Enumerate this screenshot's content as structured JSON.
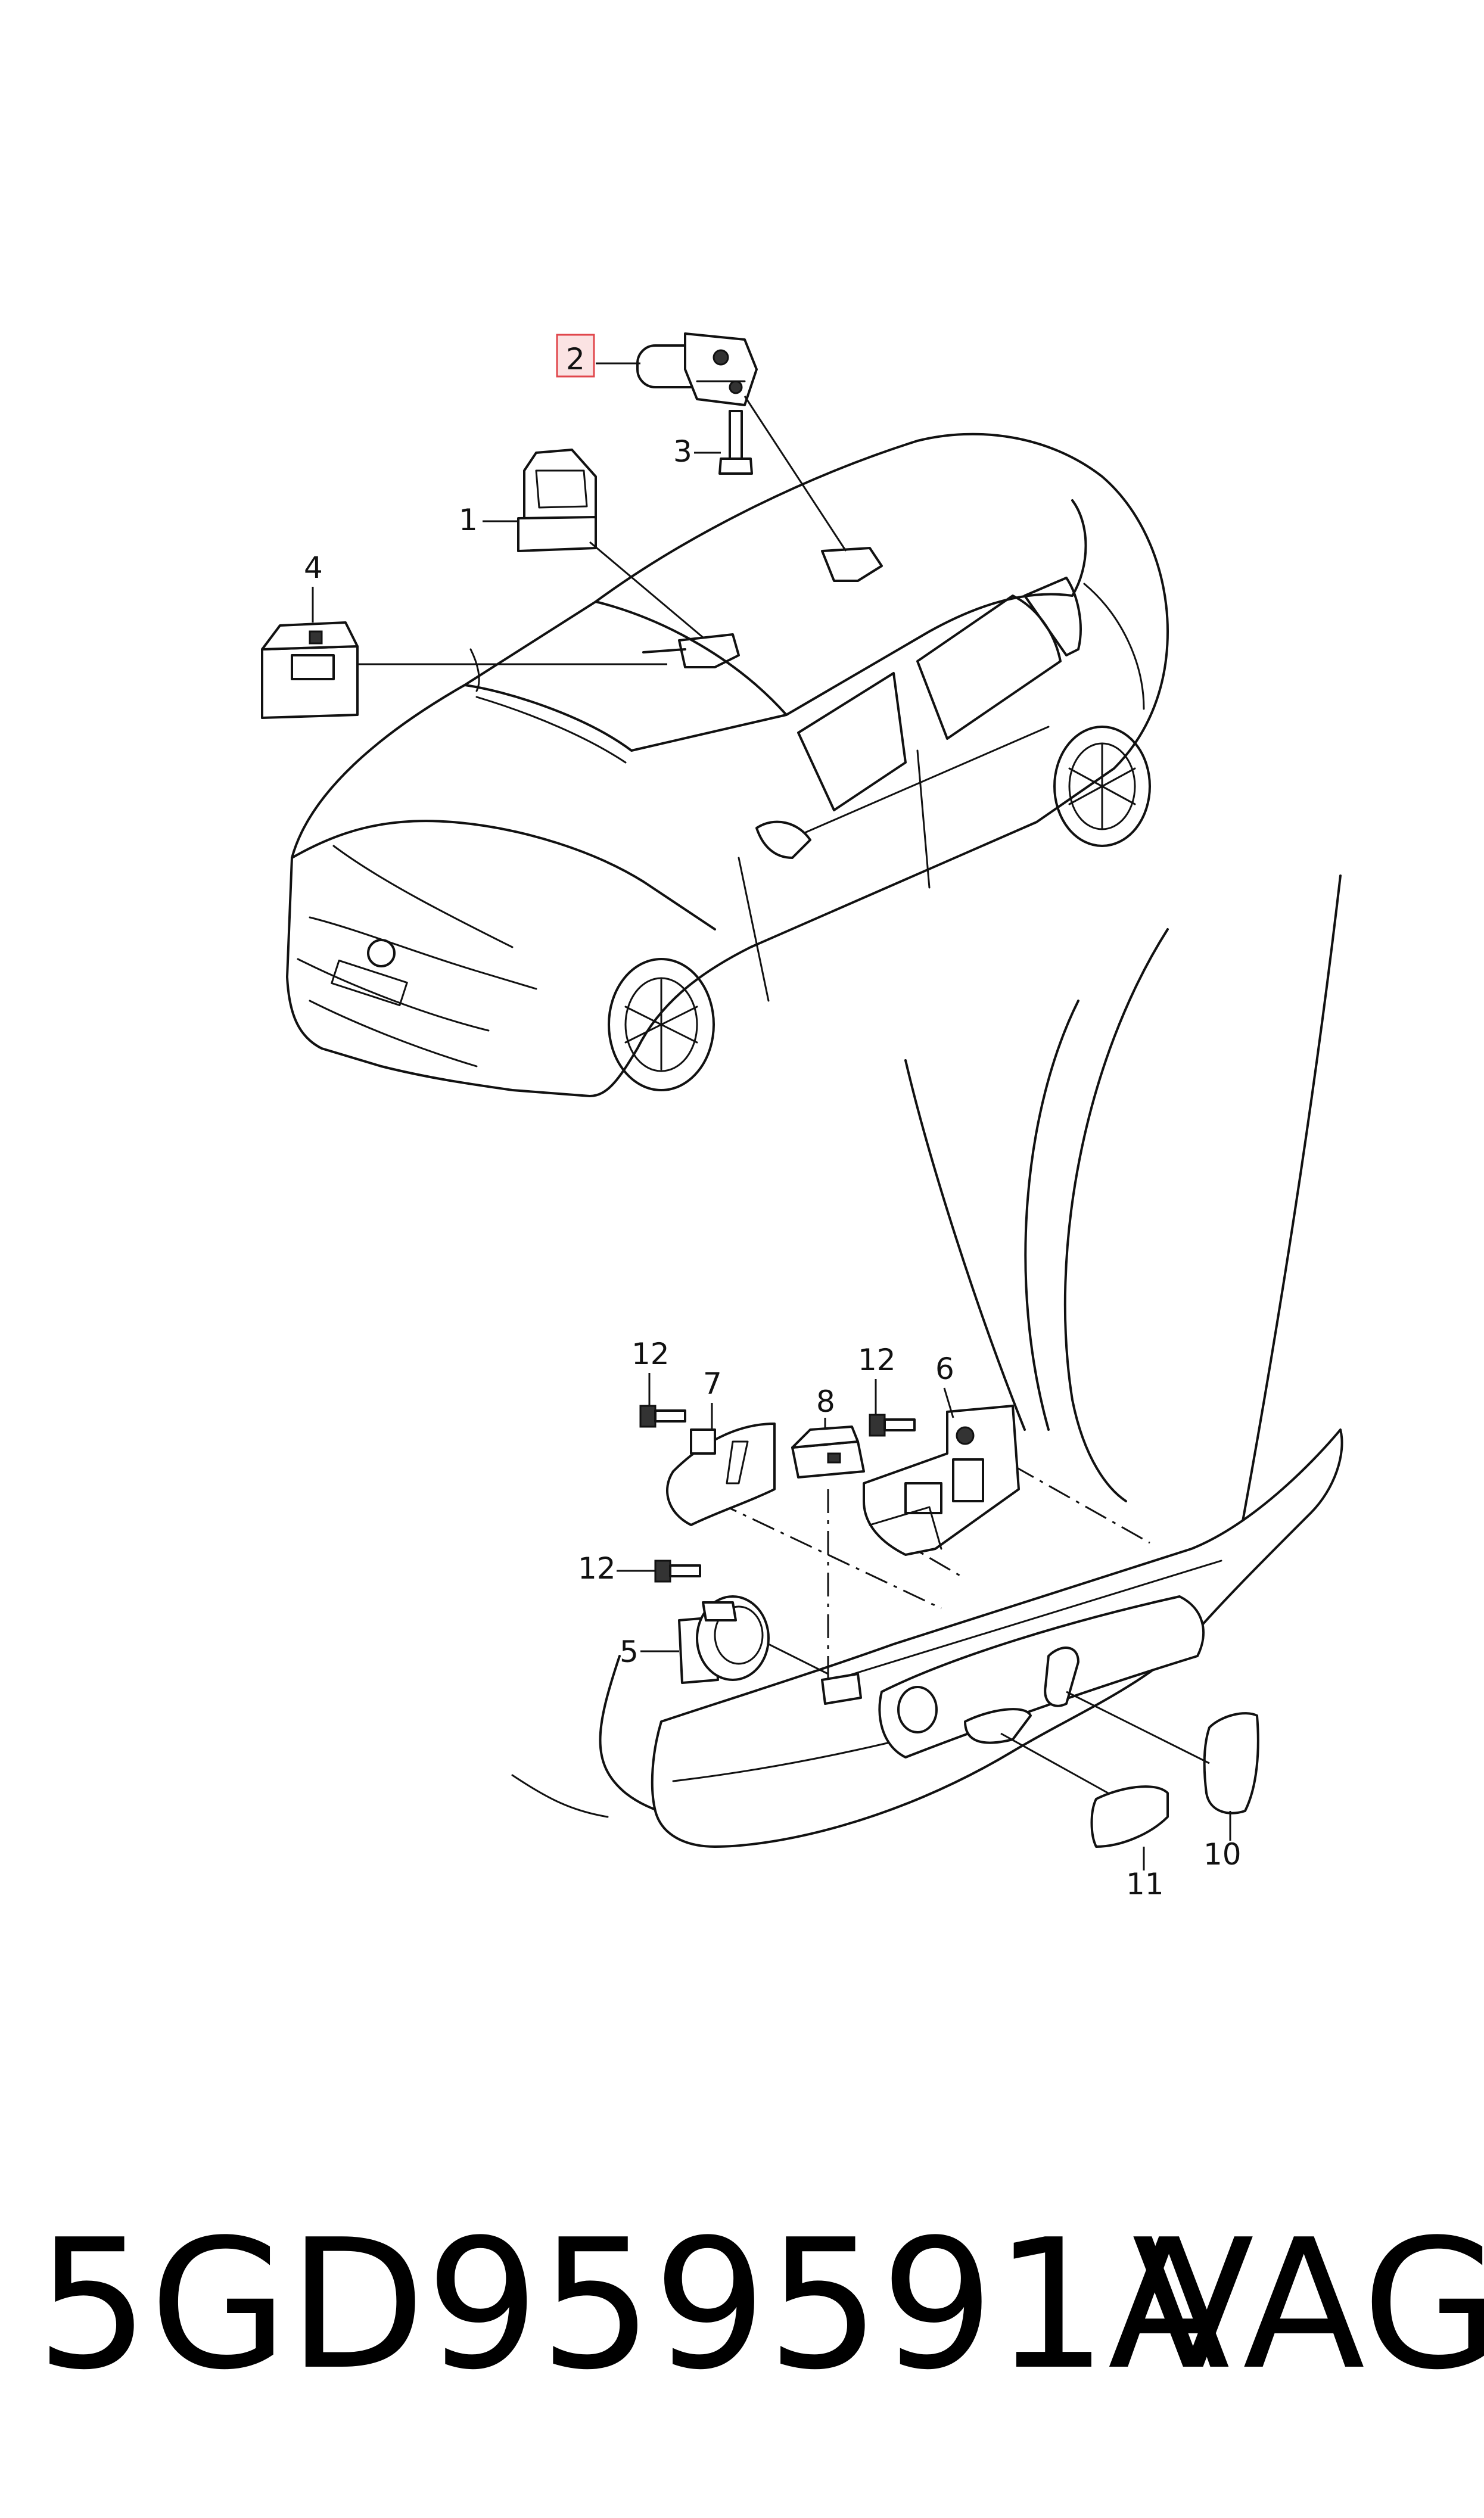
{
  "callouts": {
    "c1": "1",
    "c2": "2",
    "c3": "3",
    "c4": "4",
    "c5": "5",
    "c6": "6",
    "c7": "7",
    "c8": "8",
    "c10": "10",
    "c11": "11",
    "c12a": "12",
    "c12b": "12",
    "c12c": "12"
  },
  "highlight_color": "#e0474c",
  "footer": {
    "part_number": "5GD959591A",
    "brand": "VAG"
  }
}
